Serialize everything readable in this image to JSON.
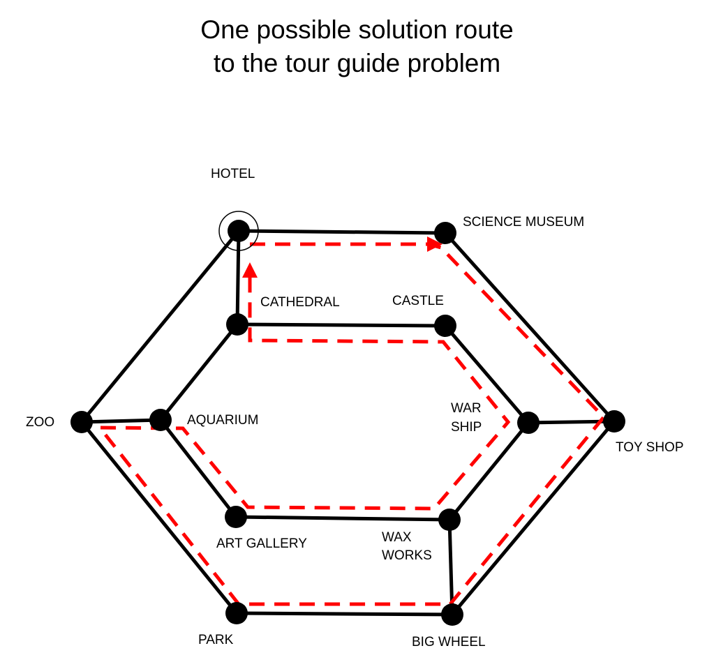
{
  "title": {
    "line1": "One possible solution route",
    "line2": "to the tour guide problem"
  },
  "colors": {
    "edge": "#000000",
    "route": "#ff0000"
  },
  "nodes": {
    "hotel": "HOTEL",
    "science_museum": "SCIENCE MUSEUM",
    "cathedral": "CATHEDRAL",
    "castle": "CASTLE",
    "zoo": "ZOO",
    "aquarium": "AQUARIUM",
    "war_ship_1": "WAR",
    "war_ship_2": "SHIP",
    "toy_shop": "TOY SHOP",
    "art_gallery": "ART GALLERY",
    "wax_works_1": "WAX",
    "wax_works_2": "WORKS",
    "park": "PARK",
    "big_wheel": "BIG WHEEL"
  },
  "edges": [
    [
      "hotel",
      "science_museum"
    ],
    [
      "hotel",
      "cathedral"
    ],
    [
      "hotel",
      "zoo"
    ],
    [
      "science_museum",
      "toy_shop"
    ],
    [
      "cathedral",
      "castle"
    ],
    [
      "cathedral",
      "aquarium"
    ],
    [
      "castle",
      "war_ship"
    ],
    [
      "zoo",
      "aquarium"
    ],
    [
      "zoo",
      "park"
    ],
    [
      "aquarium",
      "art_gallery"
    ],
    [
      "war_ship",
      "toy_shop"
    ],
    [
      "war_ship",
      "wax_works"
    ],
    [
      "art_gallery",
      "wax_works"
    ],
    [
      "wax_works",
      "big_wheel"
    ],
    [
      "park",
      "big_wheel"
    ],
    [
      "toy_shop",
      "big_wheel"
    ]
  ],
  "route": [
    "hotel",
    "science_museum",
    "toy_shop",
    "big_wheel",
    "park",
    "zoo",
    "aquarium",
    "art_gallery",
    "wax_works",
    "war_ship",
    "castle",
    "cathedral",
    "hotel"
  ]
}
